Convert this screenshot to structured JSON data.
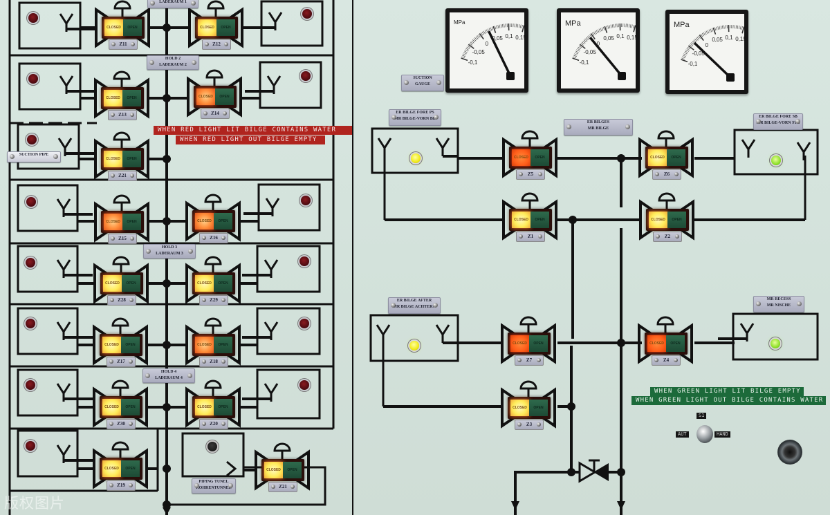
{
  "scene": {
    "description": "Ship bilge pumping control panel with mimic diagram, valve push-buttons, indicator lamps and pressure gauges",
    "panel_color": "#d4e3dc",
    "line_color": "#111111"
  },
  "gauges": [
    {
      "id": "gauge-1",
      "unit": "MPa",
      "scale": [
        "-0,1",
        "-0,05",
        "0",
        "0,05",
        "0,1",
        "0,15"
      ],
      "needle_value": 0.03
    },
    {
      "id": "gauge-2",
      "unit": "MPa",
      "scale": [
        "-0,1",
        "-0,05",
        "0",
        "0,05",
        "0,1",
        "0,15"
      ],
      "needle_value": -0.01
    },
    {
      "id": "gauge-3",
      "unit": "MPa",
      "scale": [
        "-0,1",
        "-0,05",
        "0",
        "0,05",
        "0,1",
        "0,15"
      ],
      "needle_value": -0.03
    }
  ],
  "warnings": {
    "red_line_1": "WHEN RED LIGHT LIT BILGE CONTAINS WATER",
    "red_line_2": "WHEN RED LIGHT OUT BILGE EMPTY",
    "green_line_1": "WHEN GREEN LIGHT LIT  BILGE EMPTY",
    "green_line_2": "WHEN GREEN LIGHT OUT  BILGE CONTAINS WATER"
  },
  "plates": {
    "laderaum_1": [
      "LADERAUM 1"
    ],
    "hold_2": [
      "HOLD 2",
      "LADERAUM 2"
    ],
    "hold_3": [
      "HOLD 3",
      "LADERAUM 3"
    ],
    "hold_4": [
      "HOLD 4",
      "LADERAUM 4"
    ],
    "suction_gauge": [
      "SUCTION",
      "GAUGE"
    ],
    "er_bilge_fore_ps": [
      "ER BILGE FORE PS",
      "MR BILGE-VORN BB"
    ],
    "er_bilges": [
      "ER BILGES",
      "MR BILGE"
    ],
    "er_bilge_fore_sb": [
      "ER BILGE FORE SB",
      "MR BILGE-VORN STB"
    ],
    "er_bilge_after": [
      "ER BILGE AFTER",
      "MR BILGE ACHTERN"
    ],
    "mr_recess": [
      "MR RECESS",
      "MR NISCHE"
    ],
    "piping_tunnel": [
      "PIPING TUNEL",
      "ROHRENTUNNEL"
    ],
    "side_tag": [
      "SUCTION PIPE"
    ]
  },
  "valves": [
    {
      "tag": "Z11",
      "lamp": "yellow",
      "text": "CLOSED",
      "open": "OPEN"
    },
    {
      "tag": "Z12",
      "lamp": "yellow",
      "text": "CLOSED",
      "open": "OPEN"
    },
    {
      "tag": "Z13",
      "lamp": "yellow",
      "text": "CLOSED",
      "open": "OPEN"
    },
    {
      "tag": "Z14",
      "lamp": "orange",
      "text": "CLOSED",
      "open": "OPEN"
    },
    {
      "tag": "Z21",
      "lamp": "yellow",
      "text": "CLOSED",
      "open": "OPEN"
    },
    {
      "tag": "Z15",
      "lamp": "orange",
      "text": "CLOSED",
      "open": "OPEN"
    },
    {
      "tag": "Z16",
      "lamp": "orange",
      "text": "CLOSED",
      "open": "OPEN"
    },
    {
      "tag": "Z28",
      "lamp": "yellow",
      "text": "CLOSED",
      "open": "OPEN"
    },
    {
      "tag": "Z29",
      "lamp": "yellow",
      "text": "CLOSED",
      "open": "OPEN"
    },
    {
      "tag": "Z17",
      "lamp": "yellow",
      "text": "CLOSED",
      "open": "OPEN"
    },
    {
      "tag": "Z18",
      "lamp": "orange",
      "text": "CLOSED",
      "open": "OPEN"
    },
    {
      "tag": "Z30",
      "lamp": "yellow",
      "text": "CLOSED",
      "open": "OPEN"
    },
    {
      "tag": "Z20",
      "lamp": "yellow",
      "text": "CLOSED",
      "open": "OPEN"
    },
    {
      "tag": "Z19",
      "lamp": "yellow",
      "text": "CLOSED",
      "open": "OPEN"
    },
    {
      "tag": "Z21",
      "lamp": "yellow",
      "text": "CLOSED",
      "open": "OPEN"
    },
    {
      "tag": "Z5",
      "lamp": "red",
      "text": "CLOSED",
      "open": "OPEN"
    },
    {
      "tag": "Z6",
      "lamp": "yellow",
      "text": "CLOSED",
      "open": "OPEN"
    },
    {
      "tag": "Z1",
      "lamp": "yellow",
      "text": "CLOSED",
      "open": "OPEN"
    },
    {
      "tag": "Z2",
      "lamp": "yellow",
      "text": "CLOSED",
      "open": "OPEN"
    },
    {
      "tag": "Z7",
      "lamp": "red",
      "text": "CLOSED",
      "open": "OPEN"
    },
    {
      "tag": "Z4",
      "lamp": "red",
      "text": "CLOSED",
      "open": "OPEN"
    },
    {
      "tag": "Z3",
      "lamp": "yellow",
      "text": "CLOSED",
      "open": "OPEN"
    }
  ],
  "selector_switch": {
    "title": "S1",
    "left": "AUT",
    "right": "HAND"
  },
  "watermark": "版权图片"
}
